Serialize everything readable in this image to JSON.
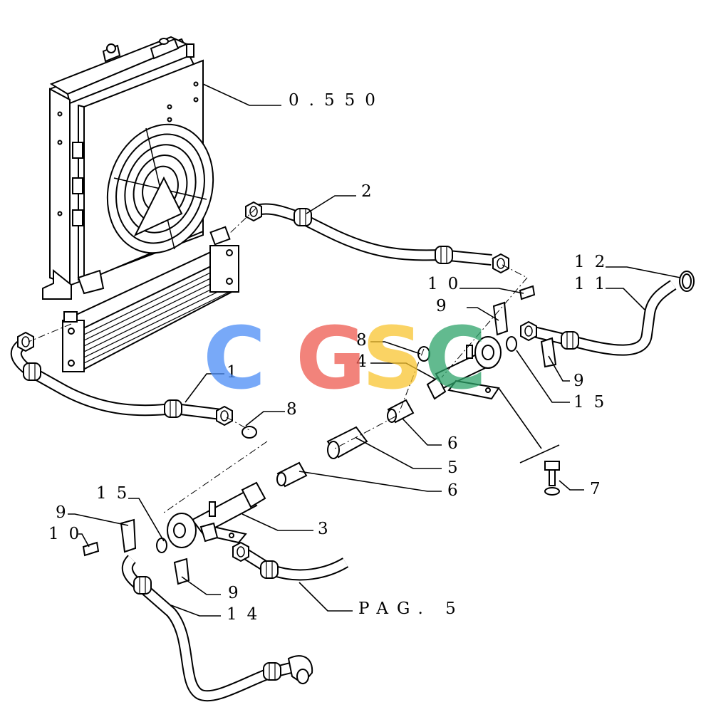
{
  "labels": {
    "ref_0550": "0.550",
    "p2": "2",
    "p12": "12",
    "p11": "11",
    "p10_top": "10",
    "p9_top": "9",
    "p8_top": "8",
    "p4": "4",
    "p9_right": "9",
    "p15_right": "15",
    "p1": "1",
    "p8_left": "8",
    "p6_upper": "6",
    "p5": "5",
    "p6_lower": "6",
    "p7": "7",
    "p15_left": "15",
    "p9_left": "9",
    "p10_left": "10",
    "p3": "3",
    "p9_bottom": "9",
    "p14": "14",
    "pag5": "PAG. 5"
  },
  "watermark": {
    "letters": [
      "C",
      "G",
      "S",
      "C"
    ],
    "colors": [
      "#4c8df6",
      "#ee5a4f",
      "#f9c531",
      "#2ea36a"
    ]
  }
}
